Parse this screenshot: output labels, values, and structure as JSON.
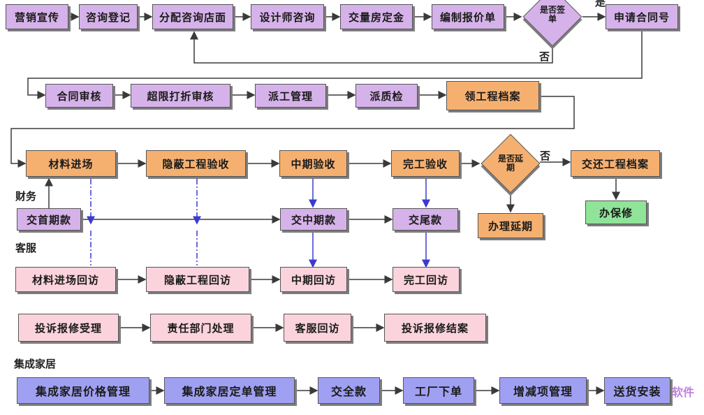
{
  "row1": {
    "marketing": "营销宣传",
    "consult_register": "咨询登记",
    "assign_store": "分配咨询店面",
    "designer_consult": "设计师咨询",
    "measure_deposit": "交量房定金",
    "make_quote": "编制报价单",
    "decision": "是否签单",
    "apply_contract": "申请合同号",
    "yes": "是",
    "no": "否"
  },
  "row2": {
    "contract_review": "合同审核",
    "discount_review": "超限打折审核",
    "dispatch": "派工管理",
    "quality": "派质检",
    "receive_archive": "领工程档案"
  },
  "row3": {
    "materials_entry": "材料进场",
    "hidden_work": "隐蔽工程验收",
    "midterm": "中期验收",
    "completion": "完工验收",
    "decision": "是否延期",
    "no": "否",
    "return_archive": "交还工程档案",
    "handle_delay": "办理延期",
    "warranty": "办保修"
  },
  "finance": {
    "label": "财务",
    "first_payment": "交首期款",
    "mid_payment": "交中期款",
    "final_payment": "交尾款"
  },
  "service": {
    "label": "客服",
    "materials_visit": "材料进场回访",
    "hidden_visit": "隐蔽工程回访",
    "mid_visit": "中期回访",
    "completion_visit": "完工回访"
  },
  "complaint": {
    "accept": "投诉报修受理",
    "dept_handle": "责任部门处理",
    "service_visit": "客服回访",
    "close": "投诉报修结案"
  },
  "integrated": {
    "label": "集成家居",
    "price_mgmt": "集成家居价格管理",
    "order_mgmt": "集成家居定单管理",
    "full_payment": "交全款",
    "factory_order": "工厂下单",
    "adjust_items": "增减项管理",
    "delivery_install": "送货安装"
  },
  "watermark": "软件",
  "colors": {
    "purple": "#d6b2ea",
    "orange": "#f5b070",
    "pink": "#fbd3dd",
    "green": "#8fe49a",
    "blue": "#a0a0f2",
    "connector": "#3a3a3a",
    "dashed": "#3a3ad0"
  }
}
